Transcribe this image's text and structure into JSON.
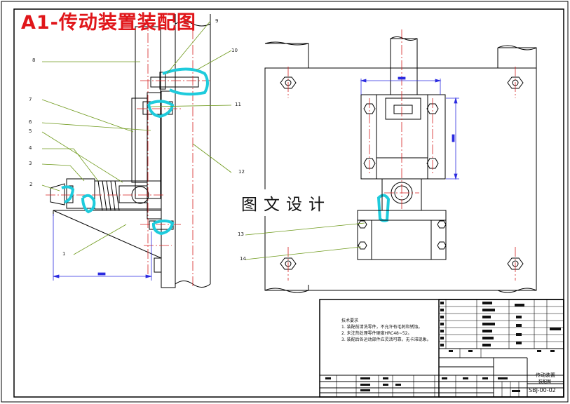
{
  "title": "A1-传动装置装配图",
  "watermark": "图文设计",
  "balloons": [
    "1",
    "2",
    "3",
    "4",
    "5",
    "6",
    "7",
    "8",
    "9",
    "10",
    "11",
    "12",
    "13",
    "14"
  ],
  "notes": {
    "heading": "技术要求",
    "items": [
      "1. 装配前清洗零件，不允许有毛刺和锈蚀。",
      "2. 未注热处理零件硬度HRC48~52。",
      "3. 装配后各运动部件应灵活可靠，无卡滞现象。"
    ]
  },
  "title_block": {
    "drawing_name_1": "传动装置",
    "drawing_name_2": "装配图",
    "drawing_number": "SBJ-00-02"
  },
  "colors": {
    "title": "#e0161a",
    "outline": "#000000",
    "centerline": "#d62020",
    "dimension": "#2a2ae0",
    "highlight": "#1ecbdc",
    "leader": "#6f9a1c"
  }
}
